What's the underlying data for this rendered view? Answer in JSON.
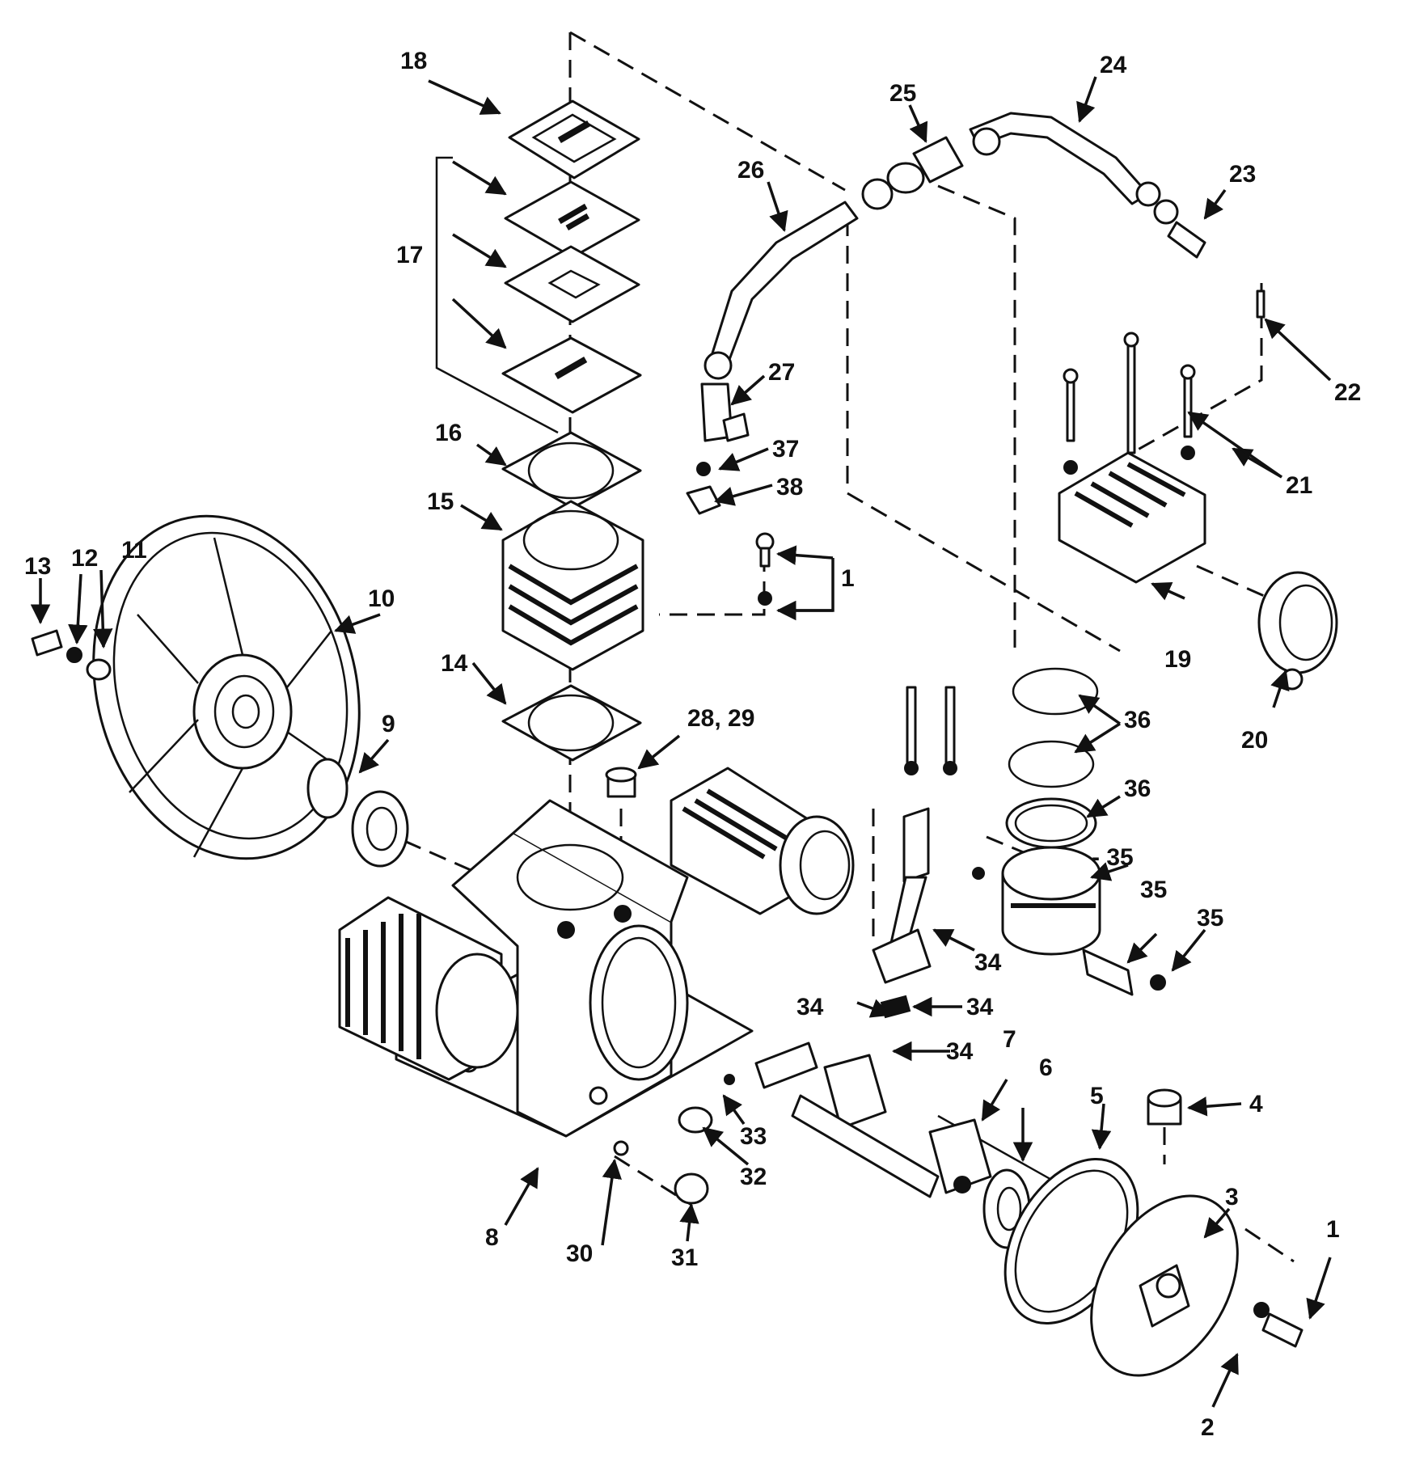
{
  "callouts": {
    "c1a": "1",
    "c1b": "1",
    "c2": "2",
    "c3": "3",
    "c4": "4",
    "c5": "5",
    "c6": "6",
    "c7": "7",
    "c8": "8",
    "c9": "9",
    "c10": "10",
    "c11": "11",
    "c12": "12",
    "c13": "13",
    "c14": "14",
    "c15": "15",
    "c16": "16",
    "c17": "17",
    "c18": "18",
    "c19": "19",
    "c20": "20",
    "c21": "21",
    "c22": "22",
    "c23": "23",
    "c24": "24",
    "c25": "25",
    "c26": "26",
    "c27": "27",
    "c28_29": "28, 29",
    "c30": "30",
    "c31": "31",
    "c32": "32",
    "c33": "33",
    "c34a": "34",
    "c34b": "34",
    "c34c": "34",
    "c34d": "34",
    "c35a": "- 35",
    "c35b": "35",
    "c35c": "35",
    "c36a": "36",
    "c36b": "36",
    "c37": "37",
    "c38": "38"
  },
  "icons": {
    "arrowhead": "arrowhead-icon"
  }
}
